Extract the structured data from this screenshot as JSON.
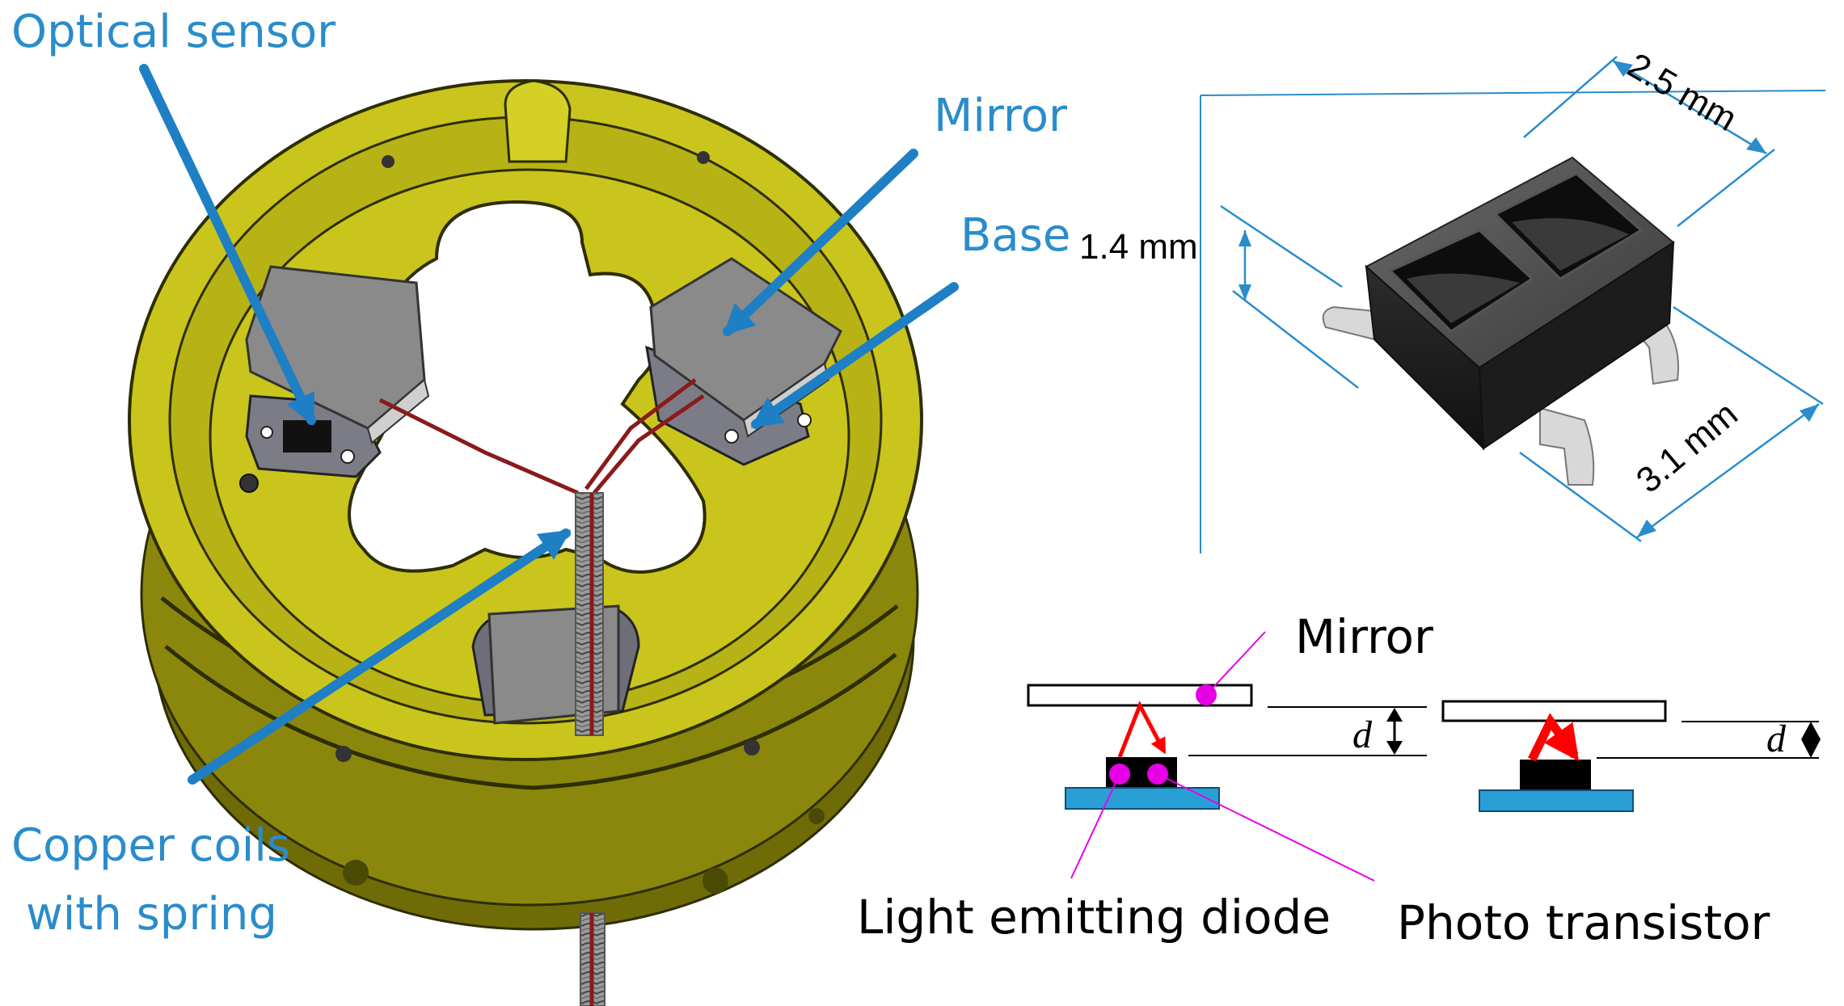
{
  "labels": {
    "optical_sensor": "Optical sensor",
    "mirror_top": "Mirror",
    "base": "Base",
    "copper_line1": "Copper coils",
    "copper_line2": "with spring",
    "mirror_schematic": "Mirror",
    "led": "Light emitting diode",
    "photo_transistor": "Photo transistor",
    "distance_1": "d",
    "distance_2": "d"
  },
  "dimensions": {
    "width": "2.5 mm",
    "height": "1.4 mm",
    "length": "3.1 mm"
  },
  "colors": {
    "label_blue": "#2a8ccb",
    "arrow_blue": "#1f7fc4",
    "housing_olive": "#8c8a0e",
    "housing_yellow": "#c9c51d",
    "sensor_gray": "#8a8a8a",
    "wire_red": "#8b1a1a",
    "beam_red": "#ff0000",
    "marker_magenta": "#e600e6",
    "base_blue": "#2a9fd6"
  }
}
